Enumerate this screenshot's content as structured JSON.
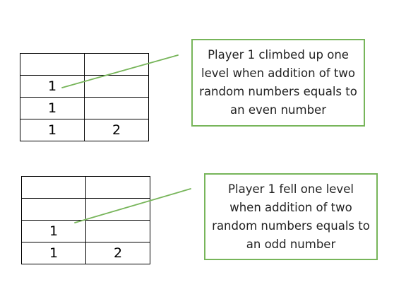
{
  "top_table": {
    "rows": [
      [
        "",
        ""
      ],
      [
        "1",
        ""
      ],
      [
        "1",
        ""
      ],
      [
        "1",
        "2"
      ]
    ]
  },
  "top_note": {
    "text": "Player 1 climbed up one level when addition of two random numbers equals to an even number"
  },
  "bottom_table": {
    "rows": [
      [
        "",
        ""
      ],
      [
        "",
        ""
      ],
      [
        "1",
        ""
      ],
      [
        "1",
        "2"
      ]
    ]
  },
  "bottom_note": {
    "text": "Player 1 fell one level when addition of two random numbers equals to an odd number"
  },
  "colors": {
    "connector": "#77b55a",
    "box_border": "#77b55a",
    "table_border": "#000000"
  }
}
